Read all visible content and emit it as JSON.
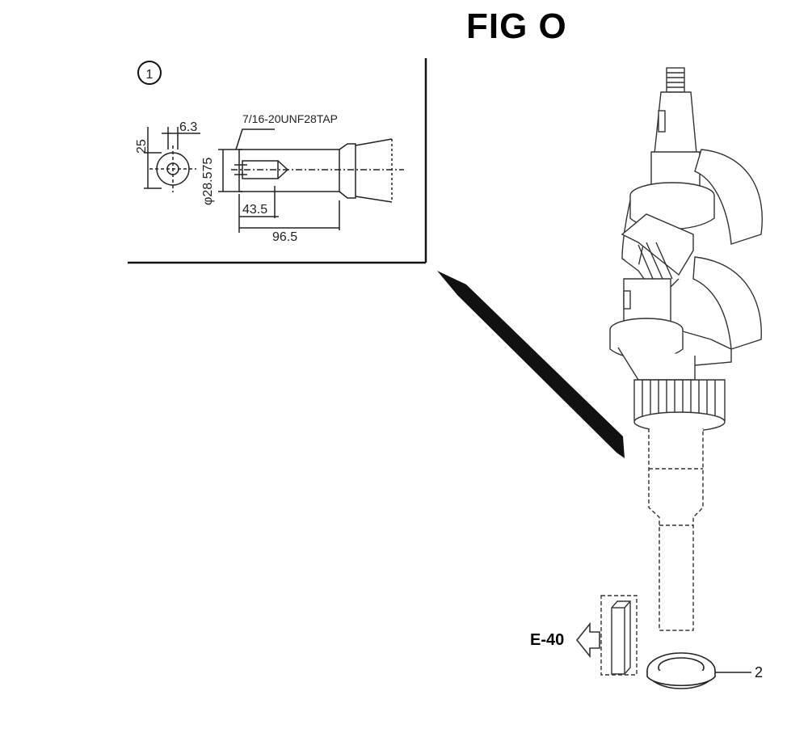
{
  "figure": {
    "title": "FIG O"
  },
  "detail": {
    "callout_number": "1",
    "thread_spec": "7/16-20UNF28TAP",
    "dim_key_height": "25",
    "dim_key_width": "6.3",
    "dim_diameter": "φ28.575",
    "dim_tap_length": "43.5",
    "dim_total_length": "96.5"
  },
  "parts": {
    "reference_label": "E-40",
    "washer_number": "2"
  }
}
